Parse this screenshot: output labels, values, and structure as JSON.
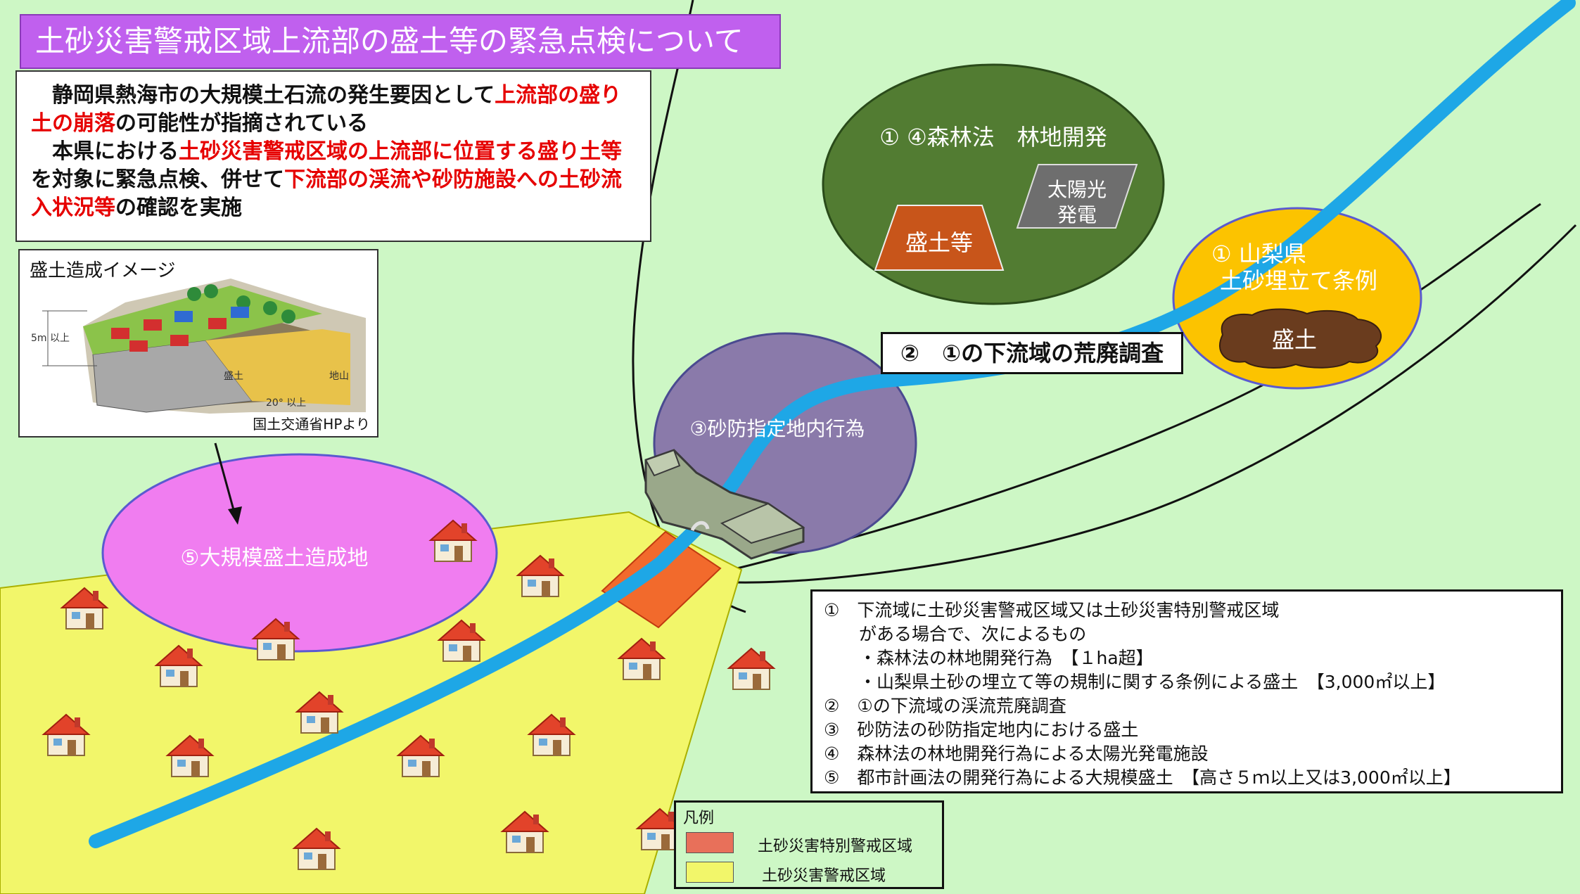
{
  "title": "土砂災害警戒区域上流部の盛土等の緊急点検について",
  "intro": {
    "p1": [
      {
        "text": "静岡県熱海市の大規模土石流の発生要因として",
        "red": false
      },
      {
        "text": "上流部の盛り土の崩落",
        "red": true
      },
      {
        "text": "の可能性が指摘されている",
        "red": false
      }
    ],
    "p2": [
      {
        "text": "本県における",
        "red": false
      },
      {
        "text": "土砂災害警戒区域の上流部に位置する盛り土等",
        "red": true
      },
      {
        "text": "を対象に緊急点検、併せて",
        "red": false
      },
      {
        "text": "下流部の渓流や砂防施設への土砂流入状況等",
        "red": true
      },
      {
        "text": "の確認を実施",
        "red": false
      }
    ]
  },
  "image_box": {
    "caption": "盛土造成イメージ",
    "source": "国土交通省HPより",
    "labels": {
      "height": "5m 以上",
      "fill": "盛土",
      "ground": "地山",
      "angle": "20° 以上"
    }
  },
  "forest": {
    "title": "① ④森林法　林地開発",
    "solar_l1": "太陽光",
    "solar_l2": "発電",
    "fill": "盛土等"
  },
  "yamanashi": {
    "line1": "① 山梨県",
    "line2": "土砂埋立て条例",
    "fill": "盛土"
  },
  "downstream_label": "②　①の下流域の荒廃調査",
  "sabo_label": "③砂防指定地内行為",
  "large_fill_label": "⑤大規模盛土造成地",
  "criteria": [
    "①　下流域に土砂災害警戒区域又は土砂災害特別警戒区域",
    "　　がある場合で、次によるもの",
    "　　・森林法の林地開発行為　【１ha超】",
    "　　・山梨県土砂の埋立て等の規制に関する条例による盛土　【3,000㎡以上】",
    "②　①の下流域の渓流荒廃調査",
    "③　砂防法の砂防指定地内における盛土",
    "④　森林法の林地開発行為による太陽光発電施設",
    "⑤　都市計画法の開発行為による大規模盛土　【高さ５ｍ以上又は3,000㎡以上】"
  ],
  "legend": {
    "title": "凡例",
    "special": "土砂災害特別警戒区域",
    "normal": "土砂災害警戒区域"
  },
  "colors": {
    "background": "#cdf7c5",
    "title_bg": "#c060ee",
    "forest": "#527c32",
    "yamanashi": "#fcc300",
    "sabo": "#8a7aaa",
    "large_fill": "#f07df0",
    "warning_zone": "#f2f66a",
    "special_zone": "#f26a2c",
    "river": "#1ea7e6"
  },
  "icons": [
    "house-icon",
    "sabo-dam-icon",
    "mound-icon"
  ]
}
